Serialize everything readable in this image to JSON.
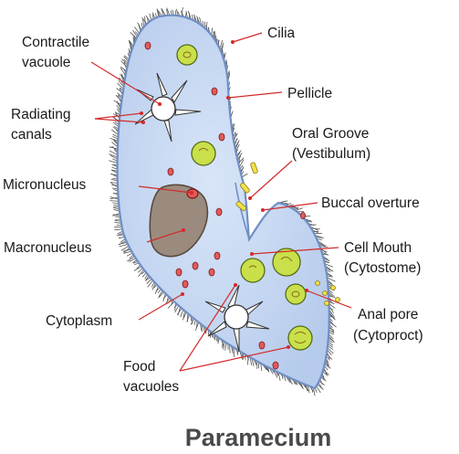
{
  "title": "Paramecium",
  "labels": {
    "cilia": "Cilia",
    "contractile_vacuole_1": "Contractile",
    "contractile_vacuole_2": "vacuole",
    "pellicle": "Pellicle",
    "radiating_canals_1": "Radiating",
    "radiating_canals_2": "canals",
    "oral_groove_1": "Oral Groove",
    "oral_groove_2": "(Vestibulum)",
    "micronucleus": "Micronucleus",
    "buccal_overture": "Buccal overture",
    "macronucleus": "Macronucleus",
    "cell_mouth_1": "Cell Mouth",
    "cell_mouth_2": "(Cytostome)",
    "cytoplasm": "Cytoplasm",
    "anal_pore_1": "Anal pore",
    "anal_pore_2": "(Cytoproct)",
    "food_vacuoles_1": "Food",
    "food_vacuoles_2": "vacuoles"
  },
  "colors": {
    "body_fill": "#c9d9f2",
    "body_stroke": "#6f8fc4",
    "cilia": "#555555",
    "leader": "#d42a2a",
    "food_vacuole": "#c9e04a",
    "macronucleus": "#9b8b7e",
    "title": "#4a4a4a"
  }
}
